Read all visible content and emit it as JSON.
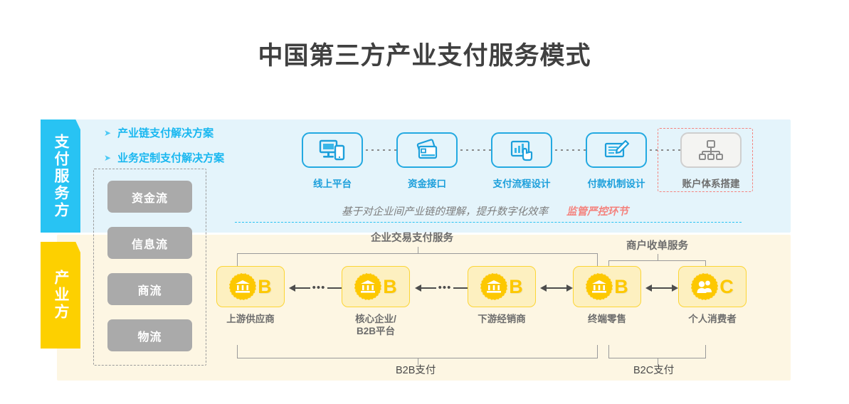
{
  "title": "中国第三方产业支付服务模式",
  "sides": {
    "blue_tab": "支付服务方",
    "yellow_tab": "产业方"
  },
  "bullets": [
    {
      "marker": "➤",
      "text": "产业链支付解决方案"
    },
    {
      "marker": "➤",
      "text": "业务定制支付解决方案"
    }
  ],
  "flows": [
    {
      "label": "资金流"
    },
    {
      "label": "信息流"
    },
    {
      "label": "商流"
    },
    {
      "label": "物流"
    }
  ],
  "steps": [
    {
      "label": "线上平台",
      "icon": "monitor-phone-icon",
      "muted": false
    },
    {
      "label": "资金接口",
      "icon": "credit-card-icon",
      "muted": false
    },
    {
      "label": "支付流程设计",
      "icon": "chart-tap-icon",
      "muted": false
    },
    {
      "label": "付款机制设计",
      "icon": "document-pen-icon",
      "muted": false
    },
    {
      "label": "账户体系搭建",
      "icon": "org-chart-icon",
      "muted": true
    }
  ],
  "caption": {
    "main": "基于对企业间产业链的理解，提升数字化效率",
    "highlight": "监管严控环节"
  },
  "group_labels": [
    {
      "label": "企业交易支付服务"
    },
    {
      "label": "商户收单服务"
    }
  ],
  "chain": [
    {
      "badge": "B",
      "icon": "bank-icon",
      "label": "上游供应商"
    },
    {
      "badge": "B",
      "icon": "bank-icon",
      "label": "核心企业/\nB2B平台"
    },
    {
      "badge": "B",
      "icon": "bank-icon",
      "label": "下游经销商"
    },
    {
      "badge": "B",
      "icon": "bank-icon",
      "label": "终端零售"
    },
    {
      "badge": "C",
      "icon": "people-icon",
      "label": "个人消费者"
    }
  ],
  "chain_labels": {
    "n0": "上游供应商",
    "n1_line1": "核心企业/",
    "n1_line2": "B2B平台",
    "n2": "下游经销商",
    "n3": "终端零售",
    "n4": "个人消费者"
  },
  "chain_badges": {
    "b0": "B",
    "b1": "B",
    "b2": "B",
    "b3": "B",
    "b4": "C"
  },
  "arrow_dots": {
    "d0": "•••",
    "d1": "•••"
  },
  "bottom_labels": [
    {
      "label": "B2B支付"
    },
    {
      "label": "B2C支付"
    }
  ],
  "colors": {
    "blue_panel": "#e4f4fb",
    "yellow_panel": "#fdf6e3",
    "cyan_tab": "#28c3f3",
    "yellow_tab": "#fdd000",
    "accent_blue": "#18b7f0",
    "pill_gray": "#aaaaaa",
    "node_fill": "#fdf0c0",
    "node_border": "#fcd535",
    "red_dashed": "#f4837e"
  }
}
